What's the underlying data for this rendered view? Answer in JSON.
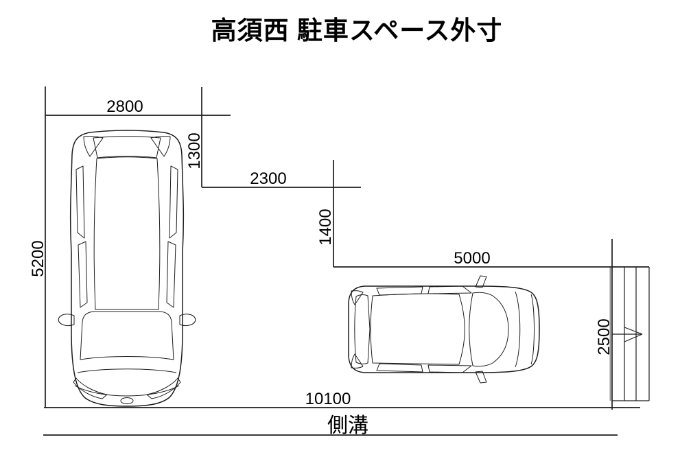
{
  "title": "高須西 駐車スペース外寸",
  "dimensions": {
    "space_width": "2800",
    "rear_offset": "1300",
    "middle_gap": "2300",
    "front_offset": "1400",
    "side_length": "5000",
    "space_depth": "5200",
    "right_width": "2500",
    "total_length": "10100"
  },
  "labels": {
    "gutter": "側溝"
  },
  "colors": {
    "car_vertical_body": "#8f7a90",
    "car_horizontal_body": "#cfe0f1",
    "tail_light_red": "#f04134",
    "window_white": "#ffffff",
    "line_black": "#1c1c1c",
    "wall_shadow_gray": "#9a9a9a"
  }
}
